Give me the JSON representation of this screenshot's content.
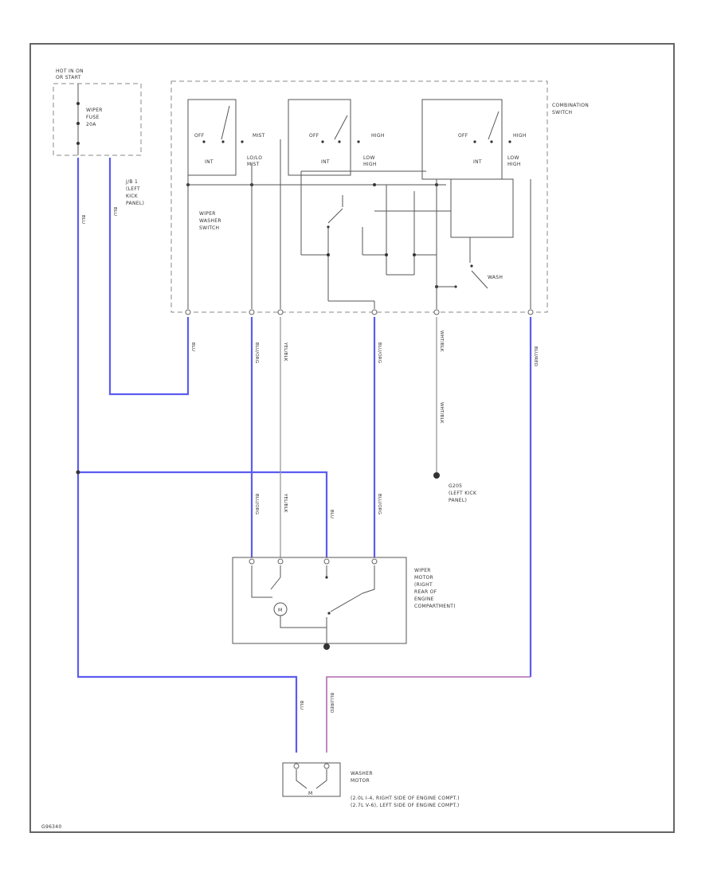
{
  "fuse_panel": {
    "header": [
      "HOT IN ON",
      "OR START"
    ],
    "fuse": [
      "WIPER",
      "FUSE",
      "20A"
    ]
  },
  "junction_block": [
    "J/B 1",
    "(LEFT",
    "KICK",
    "PANEL)"
  ],
  "combination_switch": {
    "title": [
      "COMBINATION",
      "SWITCH"
    ],
    "sub_switches": [
      "WIPER",
      "WASHER",
      "SWITCH"
    ],
    "sw1": {
      "off": "OFF",
      "mist": "MIST",
      "int": "INT",
      "lo_hi": [
        "LO/LO",
        "MIST"
      ]
    },
    "sw2": {
      "off": "OFF",
      "high": "HIGH",
      "int": "INT",
      "lo_hi": [
        "LOW",
        "HIGH"
      ]
    },
    "sw3": {
      "off": "OFF",
      "high": "HIGH",
      "int": "INT",
      "lo_hi": [
        "LOW",
        "HIGH"
      ]
    },
    "washer_contact": "WASH"
  },
  "wires": {
    "w1": "BLU",
    "w2": "BLU",
    "w3": "BLU",
    "w4": "BLU/ORG",
    "w5": "YEL/BLK",
    "w6": "BLU/ORG",
    "w7": "WHT/BLK",
    "w8": "BLU/RED",
    "w9": "WHT/BLK",
    "w10": "BLU/ORG",
    "w11": "YEL/BLK",
    "w12": "BLU/ORG",
    "w13": "BLU",
    "w14": "BLU",
    "w15": "BLU/RED"
  },
  "ground": [
    "G205",
    "(LEFT KICK",
    "PANEL)"
  ],
  "wiper_motor": [
    "WIPER",
    "MOTOR",
    "(RIGHT",
    "REAR OF",
    "ENGINE",
    "COMPARTMENT)"
  ],
  "washer_motor": {
    "title": [
      "WASHER",
      "MOTOR"
    ],
    "location": [
      "(2.0L I-4, RIGHT SIDE OF ENGINE COMPT.)",
      "(2.7L V-6), LEFT SIDE OF ENGINE COMPT.)"
    ],
    "symbol": "M"
  },
  "motor_symbol": "M",
  "footer_code": "G96340"
}
